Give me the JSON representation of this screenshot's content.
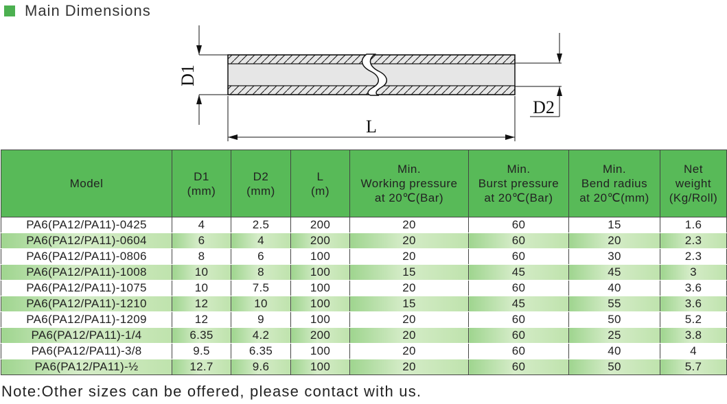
{
  "section": {
    "title": "Main Dimensions",
    "marker_color": "#4cb050"
  },
  "diagram": {
    "d1_label": "D1",
    "d2_label": "D2",
    "l_label": "L"
  },
  "table": {
    "headers": [
      {
        "lines": [
          "Model"
        ]
      },
      {
        "lines": [
          "D1",
          "(mm)"
        ]
      },
      {
        "lines": [
          "D2",
          "(mm)"
        ]
      },
      {
        "lines": [
          "L",
          "(m)"
        ]
      },
      {
        "lines": [
          "Min.",
          "Working pressure",
          "at 20℃(Bar)"
        ]
      },
      {
        "lines": [
          "Min.",
          "Burst pressure",
          "at 20℃(Bar)"
        ]
      },
      {
        "lines": [
          "Min.",
          "Bend radius",
          "at 20℃(mm)"
        ]
      },
      {
        "lines": [
          "Net",
          "weight",
          "(Kg/Roll)"
        ]
      }
    ],
    "rows": [
      [
        "PA6(PA12/PA11)-0425",
        "4",
        "2.5",
        "200",
        "20",
        "60",
        "15",
        "1.6"
      ],
      [
        "PA6(PA12/PA11)-0604",
        "6",
        "4",
        "200",
        "20",
        "60",
        "20",
        "2.3"
      ],
      [
        "PA6(PA12/PA11)-0806",
        "8",
        "6",
        "100",
        "20",
        "60",
        "30",
        "2.3"
      ],
      [
        "PA6(PA12/PA11)-1008",
        "10",
        "8",
        "100",
        "15",
        "45",
        "45",
        "3"
      ],
      [
        "PA6(PA12/PA11)-1075",
        "10",
        "7.5",
        "100",
        "20",
        "60",
        "40",
        "3.6"
      ],
      [
        "PA6(PA12/PA11)-1210",
        "12",
        "10",
        "100",
        "15",
        "45",
        "55",
        "3.6"
      ],
      [
        "PA6(PA12/PA11)-1209",
        "12",
        "9",
        "100",
        "20",
        "60",
        "50",
        "5.2"
      ],
      [
        "PA6(PA12/PA11)-1/4",
        "6.35",
        "4.2",
        "200",
        "20",
        "60",
        "25",
        "3.8"
      ],
      [
        "PA6(PA12/PA11)-3/8",
        "9.5",
        "6.35",
        "100",
        "20",
        "60",
        "40",
        "4"
      ],
      [
        "PA6(PA12/PA11)-½",
        "12.7",
        "9.6",
        "100",
        "20",
        "60",
        "50",
        "5.7"
      ]
    ]
  },
  "note": "Note:Other sizes can be offered, please contact with us."
}
